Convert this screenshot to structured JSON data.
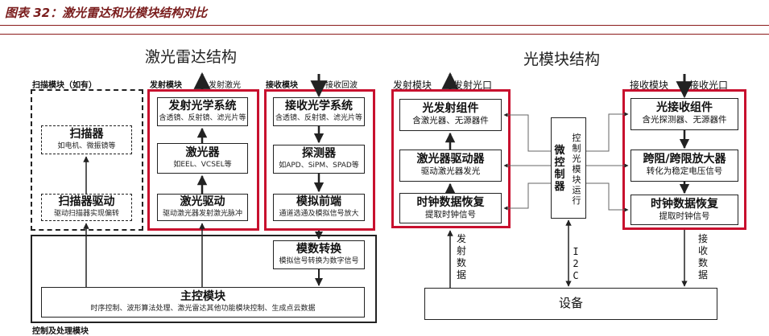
{
  "title": "图表 32：激光雷达和光模块结构对比",
  "lidar": {
    "heading": "激光雷达结构",
    "scan_group_label": "扫描模块（如有）",
    "emit_group_label": "发射模块",
    "recv_group_label": "接收模块",
    "ctrl_group_label": "控制及处理模块",
    "emit_arrow_label": "发射激光",
    "recv_arrow_label": "接收回波",
    "scanner": {
      "title": "扫描器",
      "sub": "如电机、微振镜等"
    },
    "scanner_driver": {
      "title": "扫描器驱动",
      "sub": "驱动扫描器实现偏转"
    },
    "emit_optics": {
      "title": "发射光学系统",
      "sub": "含透镜、反射镜、滤光片等"
    },
    "laser": {
      "title": "激光器",
      "sub": "如EEL、VCSEL等"
    },
    "laser_driver": {
      "title": "激光驱动",
      "sub": "驱动激光器发射激光脉冲"
    },
    "recv_optics": {
      "title": "接收光学系统",
      "sub": "含透镜、反射镜、滤光片等"
    },
    "detector": {
      "title": "探测器",
      "sub": "如APD、SiPM、SPAD等"
    },
    "analog_frontend": {
      "title": "模拟前端",
      "sub": "通道选通及模拟信号放大"
    },
    "adc": {
      "title": "模数转换",
      "sub": "模拟信号转换为数字信号"
    },
    "main_ctrl": {
      "title": "主控模块",
      "sub": "时序控制、波形算法处理、激光雷达其他功能模块控制、生成点云数据"
    }
  },
  "optical": {
    "heading": "光模块结构",
    "emit_group_label": "发射模块",
    "emit_port_label": "发射光口",
    "recv_group_label": "接收模块",
    "recv_port_label": "接收光口",
    "tx_assembly": {
      "title": "光发射组件",
      "sub": "含激光器、无源器件"
    },
    "laser_driver": {
      "title": "激光器驱动器",
      "sub": "驱动激光器发光"
    },
    "tx_cdr": {
      "title": "时钟数据恢复",
      "sub": "提取时钟信号"
    },
    "mcu": {
      "title": "微控制器"
    },
    "mcu_note": "控制光模块运行",
    "rx_assembly": {
      "title": "光接收组件",
      "sub": "含光探测器、无源器件"
    },
    "tia": {
      "title": "跨阻/跨限放大器",
      "sub": "转化为稳定电压信号"
    },
    "rx_cdr": {
      "title": "时钟数据恢复",
      "sub": "提取时钟信号"
    },
    "tx_data_label": "发射数据",
    "i2c_label": "I2C",
    "rx_data_label": "接收数据",
    "device": {
      "title": "设备"
    }
  }
}
